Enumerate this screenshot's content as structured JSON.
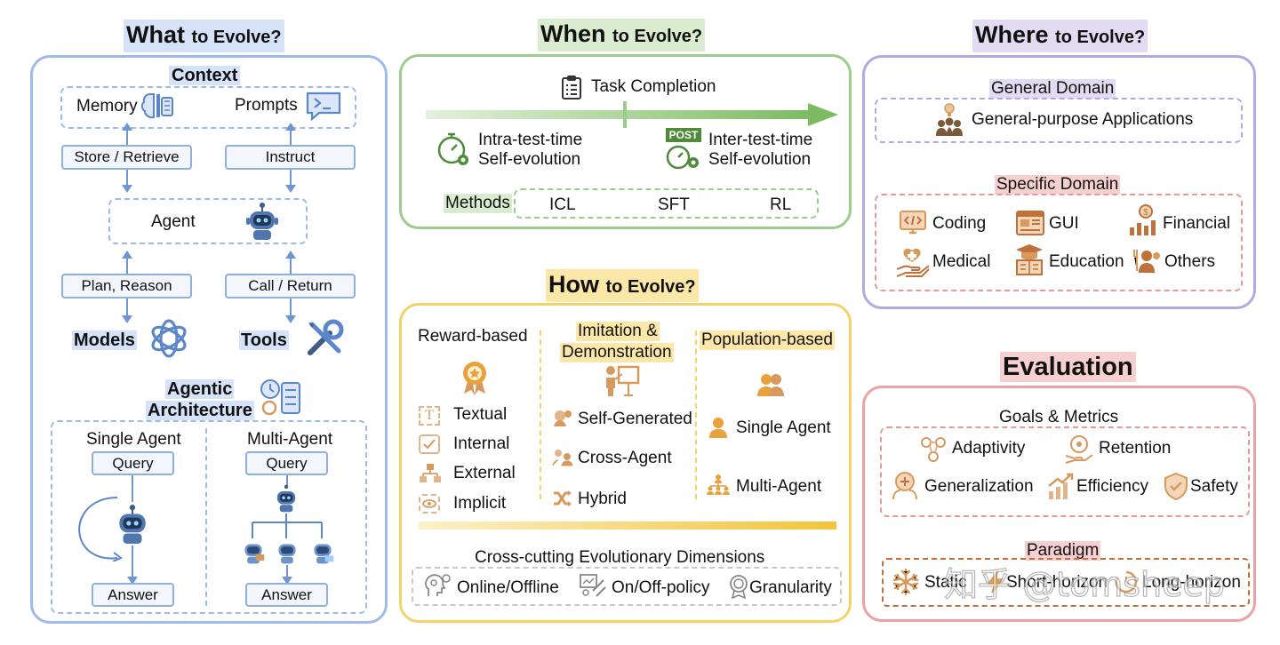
{
  "what": {
    "title_big": "What",
    "title_small": "to Evolve?",
    "context": "Context",
    "memory": "Memory",
    "prompts": "Prompts",
    "store_retrieve": "Store / Retrieve",
    "instruct": "Instruct",
    "agent": "Agent",
    "plan_reason": "Plan, Reason",
    "call_return": "Call / Return",
    "models": "Models",
    "tools": "Tools",
    "agentic_architecture": "Agentic Architecture",
    "single_agent": "Single Agent",
    "multi_agent": "Multi-Agent",
    "query": "Query",
    "answer": "Answer"
  },
  "when": {
    "title_big": "When",
    "title_small": "to Evolve?",
    "task_completion": "Task Completion",
    "intra_1": "Intra-test-time",
    "intra_2": "Self-evolution",
    "post_badge": "POST",
    "inter_1": "Inter-test-time",
    "inter_2": "Self-evolution",
    "methods_label": "Methods",
    "methods": [
      "ICL",
      "SFT",
      "RL"
    ]
  },
  "where": {
    "title_big": "Where",
    "title_small": "to Evolve?",
    "general_domain": "General Domain",
    "general_apps": "General-purpose Applications",
    "specific_domain": "Specific Domain",
    "domains": [
      "Coding",
      "GUI",
      "Financial",
      "Medical",
      "Education",
      "Others"
    ]
  },
  "how": {
    "title_big": "How",
    "title_small": "to Evolve?",
    "reward_based": "Reward-based",
    "reward_items": [
      "Textual",
      "Internal",
      "External",
      "Implicit"
    ],
    "imitation_1": "Imitation &",
    "imitation_2": "Demonstration",
    "imitation_items": [
      "Self-Generated",
      "Cross-Agent",
      "Hybrid"
    ],
    "population_based": "Population-based",
    "population_items": [
      "Single Agent",
      "Multi-Agent"
    ],
    "cross_cutting": "Cross-cutting Evolutionary Dimensions",
    "cross_items": [
      "Online/Offline",
      "On/Off-policy",
      "Granularity"
    ]
  },
  "evaluation": {
    "title": "Evaluation",
    "goals_metrics": "Goals & Metrics",
    "metrics": [
      "Adaptivity",
      "Retention",
      "Generalization",
      "Efficiency",
      "Safety"
    ],
    "paradigm": "Paradigm",
    "paradigm_items": [
      "Static",
      "Short-horizon",
      "Long-horizon"
    ]
  },
  "watermark": "知乎 @tomsheep",
  "colors": {
    "blue": "#7ea6e0",
    "green": "#8cc07a",
    "purple": "#a99bd8",
    "yellow": "#f3cf5b",
    "pink": "#e59a9a",
    "icon_orange": "#d89a5c",
    "icon_blue": "#5b86c9"
  }
}
